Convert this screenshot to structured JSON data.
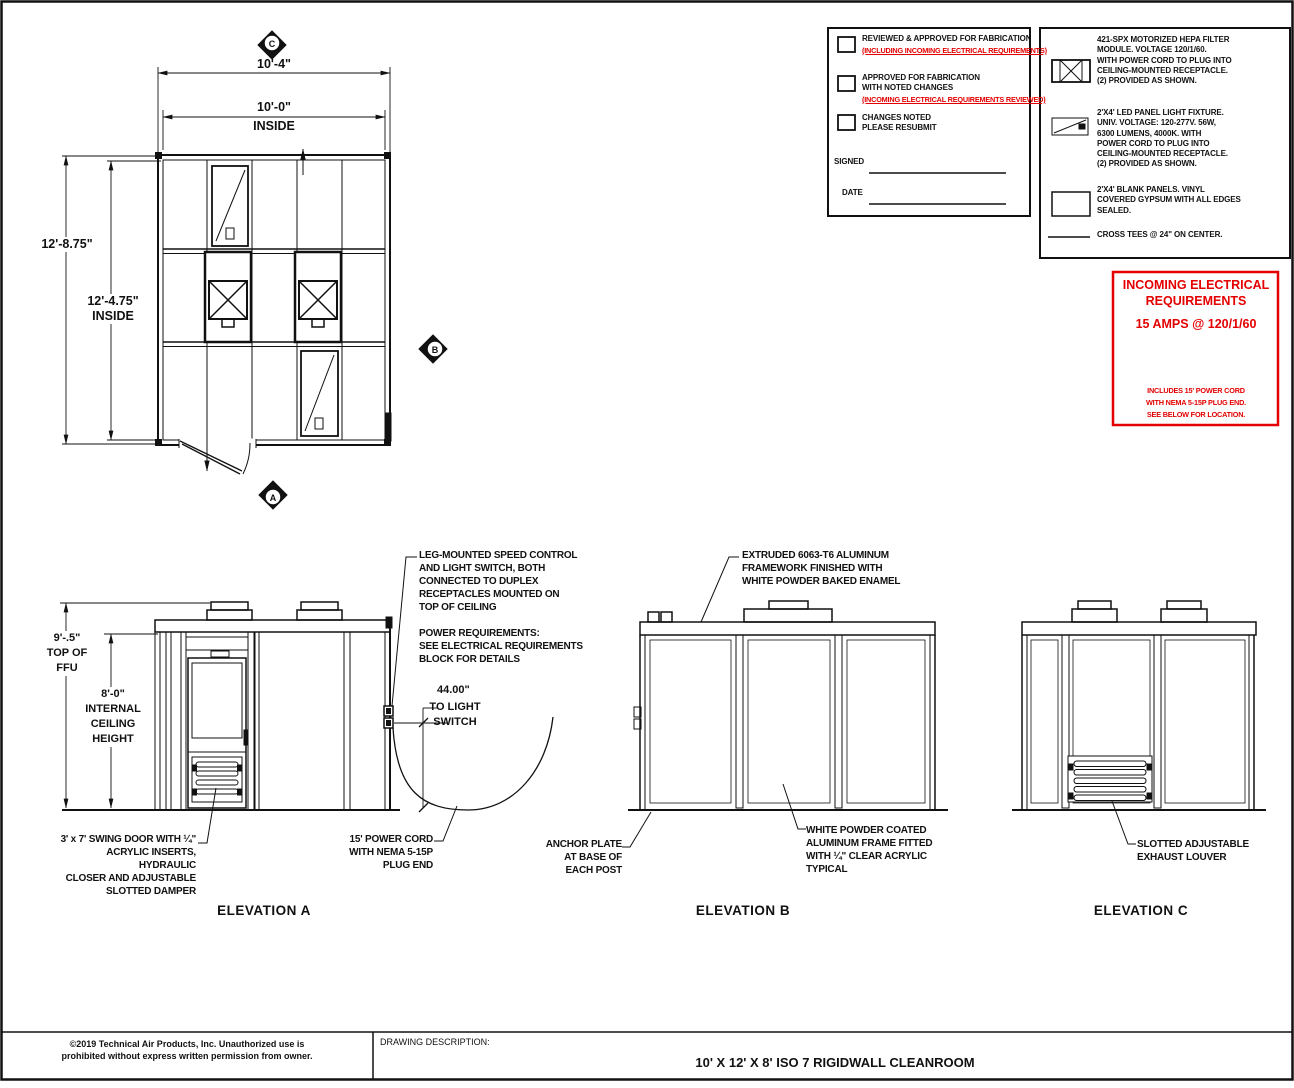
{
  "theme": {
    "line_color": "#111111",
    "red_accent": "#e40000"
  },
  "sheet": {
    "copyright": "©2019 Technical Air Products, Inc.  Unauthorized use is\nprohibited without express written permission from owner.",
    "drawing_description_label": "DRAWING DESCRIPTION:",
    "drawing_title": "10' X 12' X 8' ISO 7 RIGIDWALL CLEANROOM"
  },
  "approval_block": {
    "item1_title": "REVIEWED & APPROVED FOR FABRICATION",
    "item1_note": "(INCLUDING INCOMING ELECTRICAL REQUIREMENTS)",
    "item2_title": "APPROVED FOR FABRICATION\nWITH NOTED CHANGES",
    "item2_note": "(INCOMING ELECTRICAL REQUIREMENTS REVIEWED)",
    "item3_title": "CHANGES NOTED\nPLEASE RESUBMIT",
    "signed_label": "SIGNED",
    "date_label": "DATE"
  },
  "legend": {
    "hepa_note": "421-SPX MOTORIZED HEPA FILTER\nMODULE. VOLTAGE 120/1/60.\nWITH POWER CORD TO PLUG INTO\nCEILING-MOUNTED RECEPTACLE.\n(2) PROVIDED AS SHOWN.",
    "led_note": "2'X4' LED PANEL LIGHT FIXTURE.\nUNIV. VOLTAGE: 120-277V.  56W,\n6300 LUMENS, 4000K. WITH\nPOWER CORD TO PLUG INTO\nCEILING-MOUNTED RECEPTACLE.\n(2) PROVIDED AS SHOWN.",
    "blank_note": "2'X4' BLANK PANELS. VINYL\nCOVERED GYPSUM WITH ALL EDGES\nSEALED.",
    "cross_tee_note": "CROSS TEES @ 24\" ON CENTER."
  },
  "electrical_block": {
    "title": "INCOMING ELECTRICAL\nREQUIREMENTS",
    "amps": "15 AMPS @ 120/1/60",
    "note": "INCLUDES 15' POWER CORD\nWITH NEMA 5-15P PLUG END.\nSEE BELOW FOR LOCATION."
  },
  "plan_view": {
    "dim_width_overall": "10'-4\"",
    "dim_width_inside": "10'-0\"",
    "inside_label": "INSIDE",
    "dim_depth_overall": "12'-8.75\"",
    "dim_depth_inside": "12'-4.75\"\nINSIDE",
    "marker_a": "A",
    "marker_b": "B",
    "marker_c": "C"
  },
  "elevation_a": {
    "label": "ELEVATION A",
    "dim_ffu": "9'-.5\"\nTOP OF\nFFU",
    "dim_ceiling": "8'-0\"\nINTERNAL\nCEILING\nHEIGHT",
    "note_speed_control": "LEG-MOUNTED SPEED CONTROL\nAND LIGHT SWITCH, BOTH\nCONNECTED TO DUPLEX\nRECEPTACLES MOUNTED ON\nTOP OF CEILING",
    "note_power_req": "POWER REQUIREMENTS:\nSEE ELECTRICAL REQUIREMENTS\nBLOCK FOR DETAILS",
    "dim_switch_value": "44.00\"",
    "dim_switch_target": "TO LIGHT\nSWITCH",
    "note_door": "3' x 7' SWING DOOR WITH ¼\"\nACRYLIC INSERTS, HYDRAULIC\nCLOSER AND ADJUSTABLE\nSLOTTED DAMPER",
    "note_cord": "15' POWER CORD\nWITH NEMA 5-15P\nPLUG END"
  },
  "elevation_b": {
    "label": "ELEVATION B",
    "note_framework": "EXTRUDED 6063-T6 ALUMINUM\nFRAMEWORK FINISHED WITH\nWHITE POWDER BAKED ENAMEL",
    "note_anchor": "ANCHOR PLATE\nAT BASE OF\nEACH POST",
    "note_acrylic": "WHITE POWDER COATED\nALUMINUM FRAME FITTED\nWITH ¼\" CLEAR ACRYLIC\nTYPICAL"
  },
  "elevation_c": {
    "label": "ELEVATION C",
    "note_louver": "SLOTTED ADJUSTABLE\nEXHAUST LOUVER"
  }
}
